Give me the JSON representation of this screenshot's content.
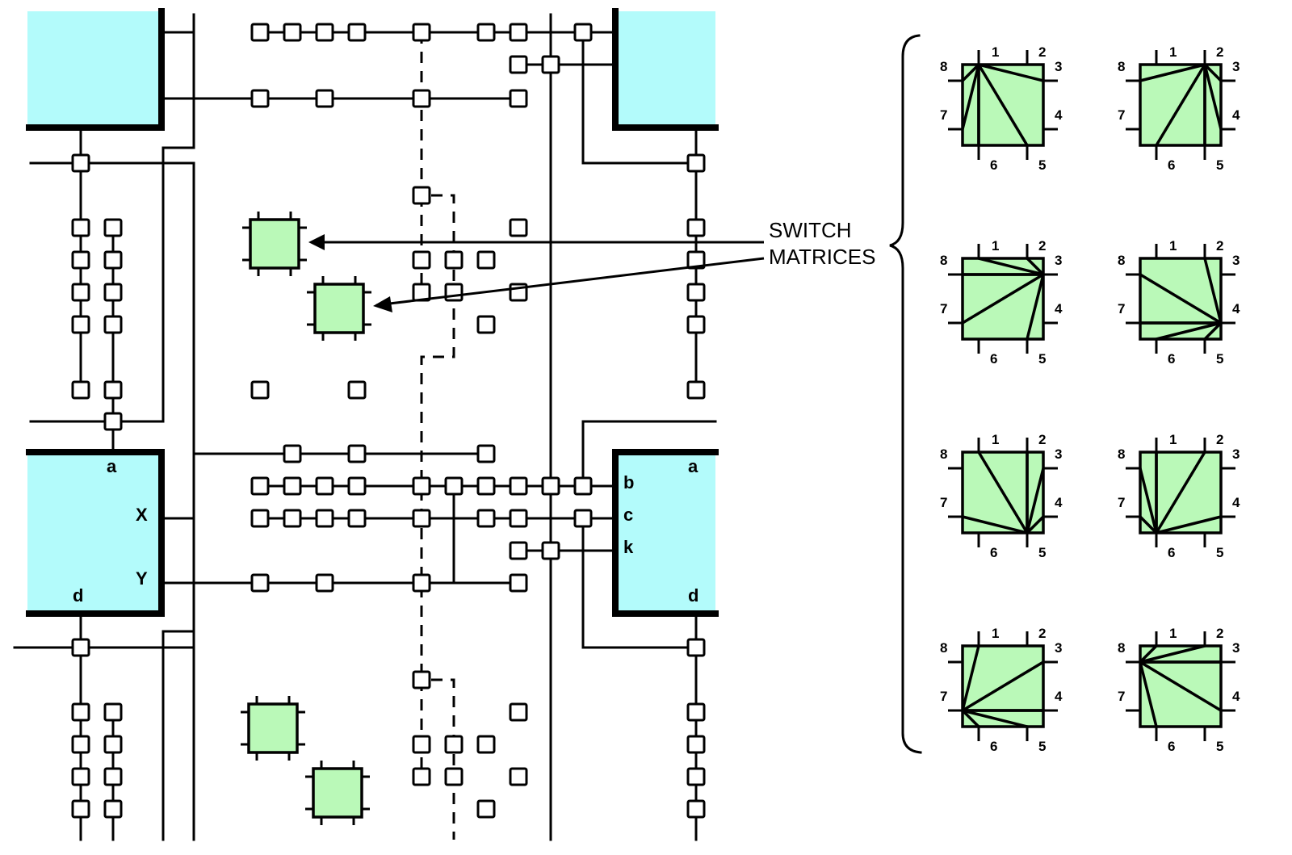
{
  "figure": {
    "callout": {
      "line1": "SWITCH",
      "line2": "MATRICES"
    },
    "clb_labels": {
      "top_left_block": [],
      "top_right_block": [],
      "mid_left_block": {
        "top": "a",
        "right_upper": "X",
        "right_lower": "Y",
        "bottom": "d"
      },
      "mid_right_block": {
        "top": "a",
        "left_1": "b",
        "left_2": "c",
        "left_3": "k",
        "bottom": "d"
      }
    },
    "colors": {
      "clb_fill": "#b3fbfb",
      "switch_matrix_fill": "#baf9b8",
      "wire": "#000000"
    },
    "switch_matrix_ports": [
      "1",
      "2",
      "3",
      "4",
      "5",
      "6",
      "7",
      "8"
    ],
    "switch_matrix_patterns": [
      {
        "id": "p1",
        "row": 1,
        "col": 1,
        "hub": "1",
        "connections": [
          [
            "1",
            "3"
          ],
          [
            "1",
            "5"
          ],
          [
            "1",
            "6"
          ],
          [
            "1",
            "7"
          ],
          [
            "1",
            "8"
          ]
        ]
      },
      {
        "id": "p2",
        "row": 1,
        "col": 2,
        "hub": "2",
        "connections": [
          [
            "2",
            "8"
          ],
          [
            "2",
            "6"
          ],
          [
            "2",
            "5"
          ],
          [
            "2",
            "4"
          ],
          [
            "2",
            "3"
          ]
        ]
      },
      {
        "id": "p3",
        "row": 2,
        "col": 1,
        "hub": "3",
        "connections": [
          [
            "3",
            "1"
          ],
          [
            "3",
            "2"
          ],
          [
            "3",
            "8"
          ],
          [
            "3",
            "7"
          ],
          [
            "3",
            "5"
          ]
        ]
      },
      {
        "id": "p4",
        "row": 2,
        "col": 2,
        "hub": "4",
        "connections": [
          [
            "4",
            "2"
          ],
          [
            "4",
            "8"
          ],
          [
            "4",
            "7"
          ],
          [
            "4",
            "6"
          ],
          [
            "4",
            "5"
          ]
        ]
      },
      {
        "id": "p5",
        "row": 3,
        "col": 1,
        "hub": "5",
        "connections": [
          [
            "5",
            "1"
          ],
          [
            "5",
            "2"
          ],
          [
            "5",
            "3"
          ],
          [
            "5",
            "4"
          ],
          [
            "5",
            "7"
          ]
        ]
      },
      {
        "id": "p6",
        "row": 3,
        "col": 2,
        "hub": "6",
        "connections": [
          [
            "6",
            "1"
          ],
          [
            "6",
            "2"
          ],
          [
            "6",
            "4"
          ],
          [
            "6",
            "7"
          ],
          [
            "6",
            "8"
          ]
        ]
      },
      {
        "id": "p7",
        "row": 4,
        "col": 1,
        "hub": "7",
        "connections": [
          [
            "7",
            "1"
          ],
          [
            "7",
            "3"
          ],
          [
            "7",
            "4"
          ],
          [
            "7",
            "5"
          ],
          [
            "7",
            "6"
          ]
        ]
      },
      {
        "id": "p8",
        "row": 4,
        "col": 2,
        "hub": "8",
        "connections": [
          [
            "8",
            "1"
          ],
          [
            "8",
            "2"
          ],
          [
            "8",
            "3"
          ],
          [
            "8",
            "4"
          ],
          [
            "8",
            "6"
          ]
        ]
      }
    ]
  }
}
